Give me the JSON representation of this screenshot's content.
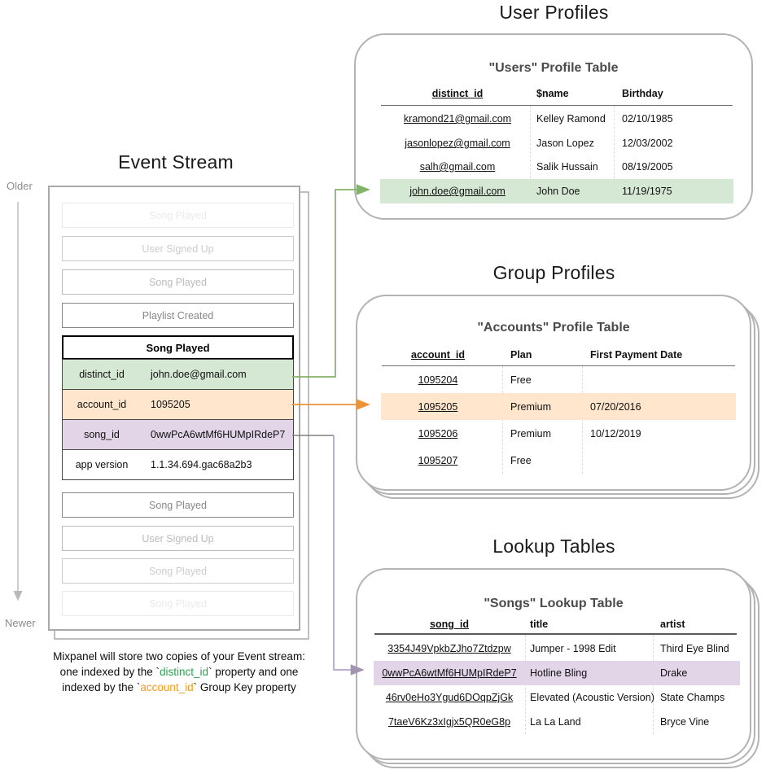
{
  "titles": {
    "event_stream": "Event Stream",
    "user_profiles": "User Profiles",
    "group_profiles": "Group Profiles",
    "lookup_tables": "Lookup Tables"
  },
  "timeline": {
    "older": "Older",
    "newer": "Newer"
  },
  "event_stream": {
    "events_before": [
      {
        "label": "Song Played"
      },
      {
        "label": "User Signed Up"
      },
      {
        "label": "Song Played"
      },
      {
        "label": "Playlist Created"
      }
    ],
    "expanded_event": {
      "title": "Song Played",
      "properties": [
        {
          "key": "distinct_id",
          "value": "john.doe@gmail.com",
          "highlight": "green"
        },
        {
          "key": "account_id",
          "value": "1095205",
          "highlight": "orange"
        },
        {
          "key": "song_id",
          "value": "0wwPcA6wtMf6HUMpIRdeP7",
          "highlight": "purple"
        },
        {
          "key": "app version",
          "value": "1.1.34.694.gac68a2b3",
          "highlight": "none"
        }
      ]
    },
    "events_after": [
      {
        "label": "Song Played"
      },
      {
        "label": "User Signed Up"
      },
      {
        "label": "Song Played"
      },
      {
        "label": "Song Played"
      }
    ]
  },
  "users_table": {
    "title": "\"Users\" Profile Table",
    "columns": [
      "distinct_id",
      "$name",
      "Birthday"
    ],
    "rows": [
      [
        "kramond21@gmail.com",
        "Kelley Ramond",
        "02/10/1985"
      ],
      [
        "jasonlopez@gmail.com",
        "Jason Lopez",
        "12/03/2002"
      ],
      [
        "salh@gmail.com",
        "Salik Hussain",
        "08/19/2005"
      ],
      [
        "john.doe@gmail.com",
        "John Doe",
        "11/19/1975"
      ]
    ],
    "highlighted_row_index": 3
  },
  "accounts_table": {
    "title": "\"Accounts\" Profile Table",
    "columns": [
      "account_id",
      "Plan",
      "First Payment Date"
    ],
    "rows": [
      [
        "1095204",
        "Free",
        ""
      ],
      [
        "1095205",
        "Premium",
        "07/20/2016"
      ],
      [
        "1095206",
        "Premium",
        "10/12/2019"
      ],
      [
        "1095207",
        "Free",
        ""
      ]
    ],
    "highlighted_row_index": 1
  },
  "songs_table": {
    "title": "\"Songs\" Lookup Table",
    "columns": [
      "song_id",
      "title",
      "artist"
    ],
    "rows": [
      [
        "3354J49VpkbZJho7Ztdzpw",
        "Jumper - 1998 Edit",
        "Third Eye Blind"
      ],
      [
        "0wwPcA6wtMf6HUMpIRdeP7",
        "Hotline Bling",
        "Drake"
      ],
      [
        "46rv0eHo3Ygud6DOqpZjGk",
        "Elevated (Acoustic Version)",
        "State Champs"
      ],
      [
        "7taeV6Kz3xIgjx5QR0eG8p",
        "La La Land",
        "Bryce Vine"
      ]
    ],
    "highlighted_row_index": 1
  },
  "caption": {
    "line1": "Mixpanel will store two copies of your Event stream:",
    "line2_pre": "one indexed by the `",
    "line2_key": "distinct_id",
    "line2_post": "` property and one",
    "line3_pre": "indexed by the `",
    "line3_key": "account_id",
    "line3_post": "` Group Key property"
  },
  "colors": {
    "distinct_id_fill": "#d5e8d4",
    "distinct_id_stroke": "#82b366",
    "account_id_fill": "#ffe6cc",
    "account_id_stroke": "#ed9335",
    "song_id_fill": "#e1d5e7",
    "song_id_stroke": "#b4a2c9",
    "caption_green": "#2f9e4f",
    "caption_orange": "#f59a23"
  }
}
